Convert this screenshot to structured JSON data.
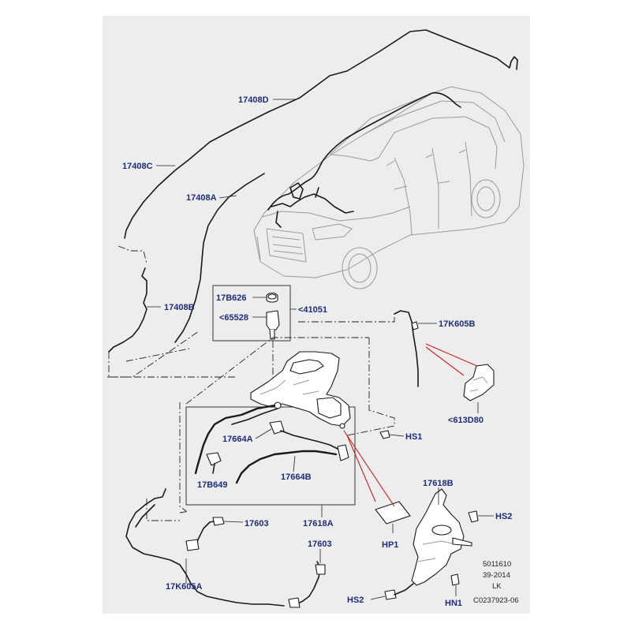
{
  "labels": {
    "l17408D": "17408D",
    "l17408C": "17408C",
    "l17408A": "17408A",
    "l17408B": "17408B",
    "l17B626": "17B626",
    "l65528": "<65528",
    "l41051": "<41051",
    "l17K605B": "17K605B",
    "l613D80": "<613D80",
    "l17664A": "17664A",
    "lHS1": "HS1",
    "l17B649": "17B649",
    "l17664B": "17664B",
    "l17618B": "17618B",
    "l17603a": "17603",
    "l17618A": "17618A",
    "lHS2a": "HS2",
    "lHP1": "HP1",
    "l17603b": "17603",
    "l17K605A": "17K605A",
    "lHS2b": "HS2",
    "lHN1": "HN1"
  },
  "meta": {
    "line1": "5011610",
    "line2": "39-2014",
    "line3": "LK",
    "line4": "C0237923-06"
  },
  "colors": {
    "label": "#1f2c7a",
    "background_panel": "#ededed",
    "callout_red": "#cc1f1f"
  }
}
